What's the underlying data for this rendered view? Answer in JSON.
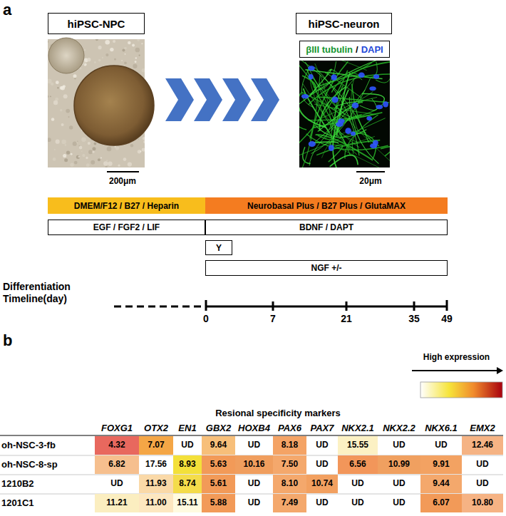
{
  "diagram": {
    "nodes": [
      {
        "text": [
          "hiPSC-NPC"
        ]
      },
      {
        "text": [
          "hiPSC-neuron"
        ]
      },
      {
        "text": [
          "βIII tubulin",
          "/",
          "DAPI"
        ]
      },
      {
        "text": [
          "DMEM/F12 / B27 / Heparin"
        ]
      },
      {
        "text": [
          "Neurobasal Plus / B27 Plus / GlutaMAX"
        ]
      },
      {
        "text": [
          "EGF / FGF2 / LIF"
        ]
      },
      {
        "text": [
          "BDNF / DAPT"
        ]
      },
      {
        "text": [
          "Y"
        ]
      },
      {
        "text": [
          "NGF +/-"
        ]
      }
    ],
    "labels": [
      "a",
      "200μm",
      "20μm",
      "Differentiation Timeline(day)",
      "0",
      "7",
      "21",
      "35",
      "49",
      "b",
      "Resional specificity markers",
      "FOXG1",
      "OTX2",
      "EN1",
      "GBX2",
      "HOXB4",
      "PAX6",
      "PAX7",
      "NKX2.1",
      "NKX2.2",
      "NKX6.1",
      "EMX2",
      "oh-NSC-3-fb",
      "4.32",
      "7.07",
      "UD",
      "9.64",
      "UD",
      "8.18",
      "UD",
      "15.55",
      "UD",
      "UD",
      "12.46",
      "oh-NSC-8-sp",
      "6.82",
      "17.56",
      "8.93",
      "5.63",
      "10.16",
      "7.50",
      "UD",
      "6.56",
      "10.99",
      "9.91",
      "UD",
      "1210B2",
      "UD",
      "11.93",
      "8.74",
      "5.61",
      "UD",
      "8.10",
      "10.74",
      "UD",
      "UD",
      "9.44",
      "UD",
      "1201C1",
      "11.21",
      "11.00",
      "15.11",
      "5.88",
      "UD",
      "7.49",
      "UD",
      "UD",
      "UD",
      "6.07",
      "10.80"
    ],
    "legend": [
      {
        "text": "High expression"
      }
    ]
  }
}
